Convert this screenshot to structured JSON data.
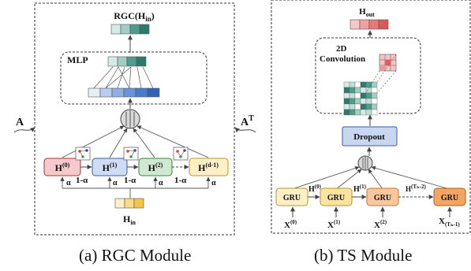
{
  "rgc": {
    "output_label": "RGC(H",
    "output_sub": "in",
    "mlp_label": "MLP",
    "adj_label": "A",
    "adjT_label": "A",
    "adjT_sup": "T",
    "h_nodes": [
      {
        "base": "H",
        "sup": "(0)"
      },
      {
        "base": "H",
        "sup": "(1)"
      },
      {
        "base": "H",
        "sup": "(2)"
      },
      {
        "base": "H",
        "sup": "(d-1)"
      }
    ],
    "one_minus_alpha": "1-α",
    "alpha": "α",
    "input_label": "H",
    "input_sub": "in",
    "caption": "(a) RGC Module",
    "colors": {
      "h0": "#f8c9cc",
      "h1": "#cfdcf3",
      "h2": "#cfe8cf",
      "h3": "#fdf0c6",
      "teal_dark": "#2c7a6c",
      "blue": "#4472c4",
      "input_yellow": "#f5c54a"
    }
  },
  "ts": {
    "output_label": "H",
    "output_sub": "out",
    "conv_label_line1": "2D",
    "conv_label_line2": "Convolution",
    "dropout_label": "Dropout",
    "gru_label": "GRU",
    "hidden_labels": [
      {
        "base": "H",
        "sup": "(0)"
      },
      {
        "base": "H",
        "sup": "(1)"
      },
      {
        "base": "H",
        "sup": "(Tₕ-2)"
      }
    ],
    "inputs": [
      {
        "base": "X",
        "sup": "(0)"
      },
      {
        "base": "X",
        "sup": "(1)"
      },
      {
        "base": "X",
        "sup": "(2)"
      },
      {
        "base": "X",
        "sub": "(Tₕ-1)"
      }
    ],
    "caption": "(b) TS Module",
    "colors": {
      "gru1": "#fdf0c6",
      "gru3": "#f9c79b",
      "gru4": "#f4a560",
      "dropout": "#c9d6ef",
      "red": "#e06060"
    }
  }
}
